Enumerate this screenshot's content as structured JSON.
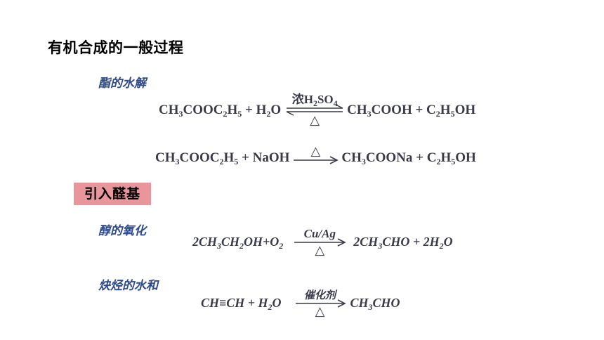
{
  "title": "有机合成的一般过程",
  "section1": "酯的水解",
  "badge": "引入醛基",
  "section2": "醇的氧化",
  "section3": "炔烃的水和",
  "eq1": {
    "cond_top": "浓H",
    "cond_top_sub1": "2",
    "cond_top_mid": "SO",
    "cond_top_sub2": "4",
    "cond_bottom": "△"
  },
  "eq2": {
    "cond_top": "△"
  },
  "eq3": {
    "cond_top": "Cu/Ag",
    "cond_bottom": "△"
  },
  "eq4": {
    "cond_top": "催化剂",
    "cond_bottom": "△"
  },
  "colors": {
    "section": "#2e4a8a",
    "badge_bg": "#e8959b",
    "formula": "#3a3a4a"
  }
}
